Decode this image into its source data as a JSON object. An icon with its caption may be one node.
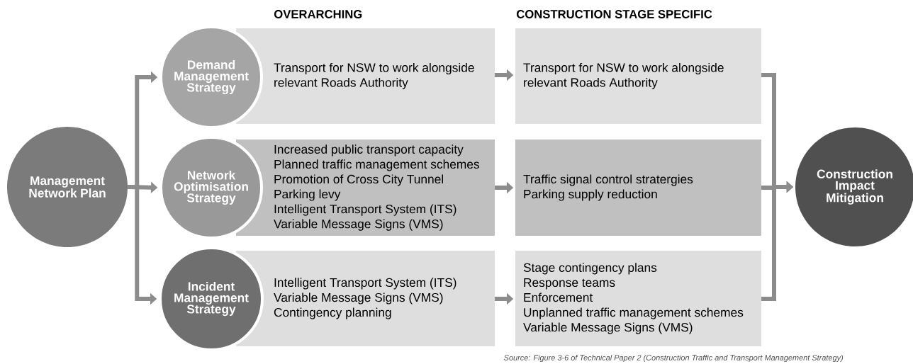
{
  "diagram": {
    "caption": "Source:  Figure 3-6 of Technical Paper 2 (Construction Traffic and Transport Management Strategy)",
    "nodes": [
      {
        "text": [
          "Management Network Plan"
        ]
      },
      {
        "text": [
          "Demand Management Strategy"
        ]
      },
      {
        "text": [
          "Transport for NSW to work alongside relevant Roads Authority"
        ]
      },
      {
        "text": [
          "Transport for NSW to work alongside relevant Roads Authority"
        ]
      },
      {
        "text": [
          "Network Optimisation Strategy"
        ]
      },
      {
        "text": [
          "Increased public transport capacity",
          "Planned traffic management schemes",
          "Promotion of Cross City Tunnel",
          "Parking levy",
          "Intelligent Transport System (ITS)",
          "Variable Message Signs (VMS)"
        ]
      },
      {
        "text": [
          "Traffic signal control stratergies",
          "Parking supply reduction"
        ]
      },
      {
        "text": [
          "Incident Management Strategy"
        ]
      },
      {
        "text": [
          "Intelligent Transport System (ITS)",
          "Variable Message Signs (VMS)",
          "Contingency planning"
        ]
      },
      {
        "text": [
          "Stage contingency plans",
          "Response teams",
          "Enforcement",
          "Unplanned traffic management schemes",
          "Variable Message Signs (VMS)"
        ]
      },
      {
        "text": [
          "Construction Impact Mitigation"
        ]
      }
    ],
    "edges": [
      {
        "from": 0,
        "to": 1,
        "arrow": "to"
      },
      {
        "from": 0,
        "to": 4,
        "arrow": "to"
      },
      {
        "from": 0,
        "to": 7,
        "arrow": "to"
      },
      {
        "from": 2,
        "to": 3,
        "arrow": "to"
      },
      {
        "from": 5,
        "to": 6,
        "arrow": "to"
      },
      {
        "from": 8,
        "to": 9,
        "arrow": "to"
      },
      {
        "from": 3,
        "to": 10,
        "arrow": "to"
      },
      {
        "from": 6,
        "to": 10,
        "arrow": "to"
      },
      {
        "from": 9,
        "to": 10,
        "arrow": "to"
      }
    ],
    "labels": [
      "OVERARCHING",
      "CONSTRUCTION STAGE SPECIFIC"
    ]
  }
}
